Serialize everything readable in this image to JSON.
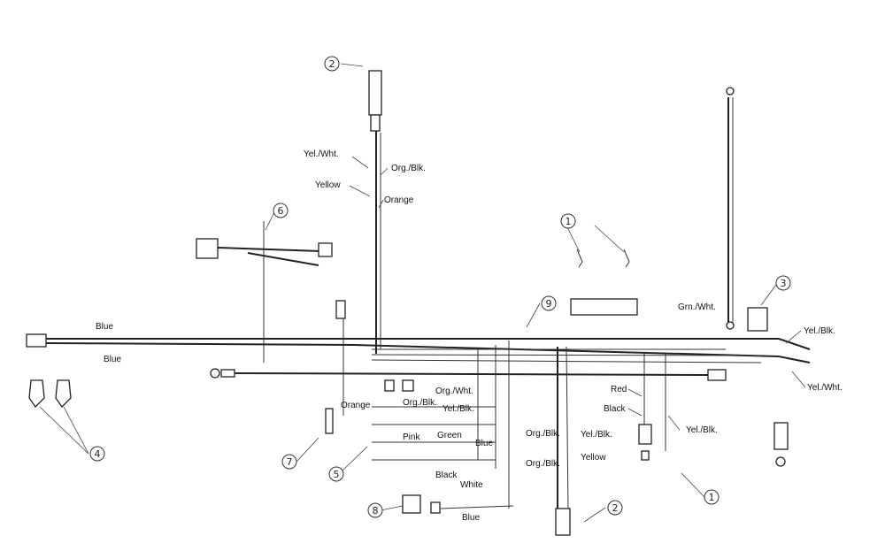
{
  "diagram": {
    "callouts": [
      "1",
      "2",
      "2",
      "3",
      "4",
      "5",
      "6",
      "7",
      "8",
      "9",
      "1"
    ],
    "wire_labels": {
      "yel_wht_top": "Yel./Wht.",
      "org_blk_top": "Org./Blk.",
      "yellow_top": "Yellow",
      "orange_top": "Orange",
      "grn_wht": "Grn./Wht.",
      "blue_left_upper": "Blue",
      "blue_left_lower": "Blue",
      "yel_blk_right": "Yel./Blk.",
      "yel_wht_right": "Yel./Wht.",
      "red": "Red",
      "black": "Black",
      "yel_blk_mid": "Yel./Blk.",
      "orange_mid": "Orange",
      "org_wht": "Org./Wht.",
      "org_blk_mid": "Org./Blk.",
      "yel_blk_small": "Yel./Blk.",
      "pink": "Pink",
      "green": "Green",
      "blue_mid": "Blue",
      "black_bottom": "Black",
      "white": "White",
      "blue_bottom": "Blue",
      "org_blk_lower": "Org./Blk.",
      "yel_blk_lower": "Yel./Blk.",
      "yellow_lower": "Yellow",
      "org_blk_lower2": "Org./Blk."
    }
  }
}
